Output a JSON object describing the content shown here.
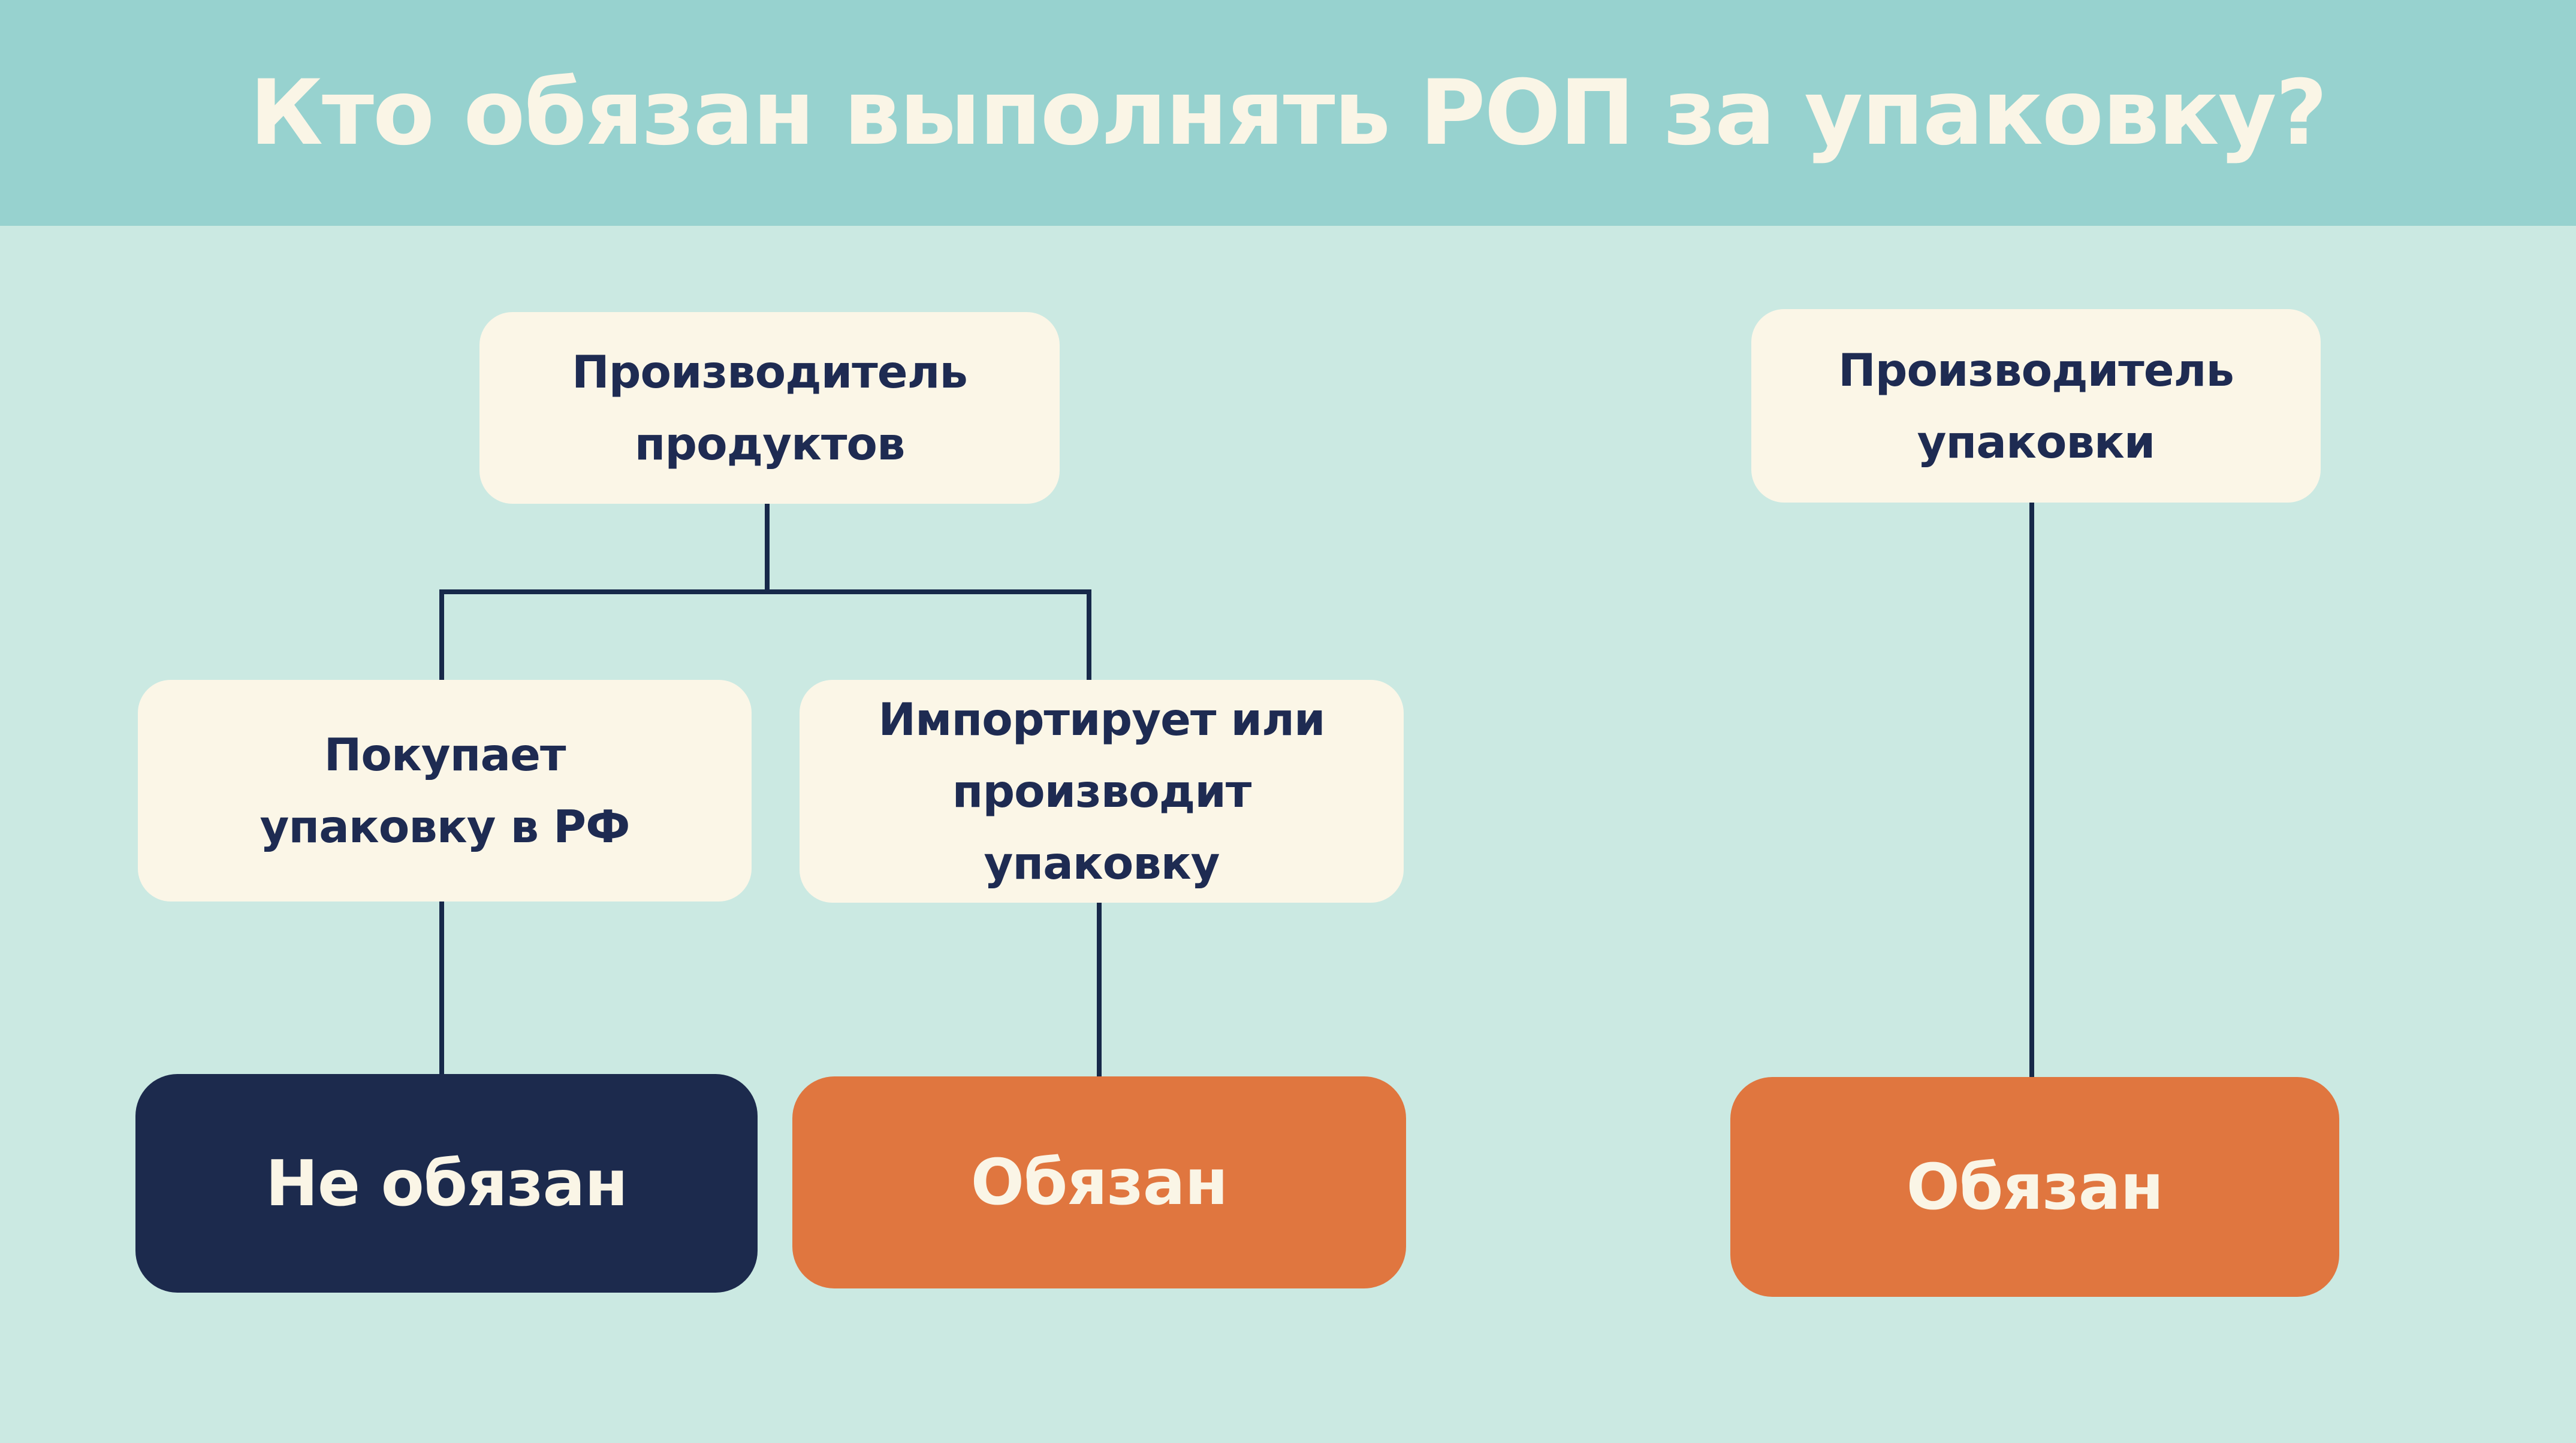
{
  "title": "Кто обязан выполнять РОП за упаковку?",
  "colors": {
    "band": "#97d2cf",
    "bg": "#cbe9e2",
    "cream": "#fbf6e7",
    "navy": "#1c2a4d",
    "orange": "#e0763f",
    "line": "#17294a",
    "text-dark": "#1e2b52",
    "text-light": "#faf5e6"
  },
  "nodes": {
    "producer_products": {
      "label": "Производитель\nпродуктов"
    },
    "producer_packaging": {
      "label": "Производитель\nупаковки"
    },
    "buys_packaging": {
      "label": "Покупает\nупаковку в РФ"
    },
    "imports_or_produces": {
      "label": "Импортирует или\nпроизводит\nупаковку"
    },
    "not_obligated": {
      "label": "Не обязан"
    },
    "obligated_left": {
      "label": "Обязан"
    },
    "obligated_right": {
      "label": "Обязан"
    }
  }
}
